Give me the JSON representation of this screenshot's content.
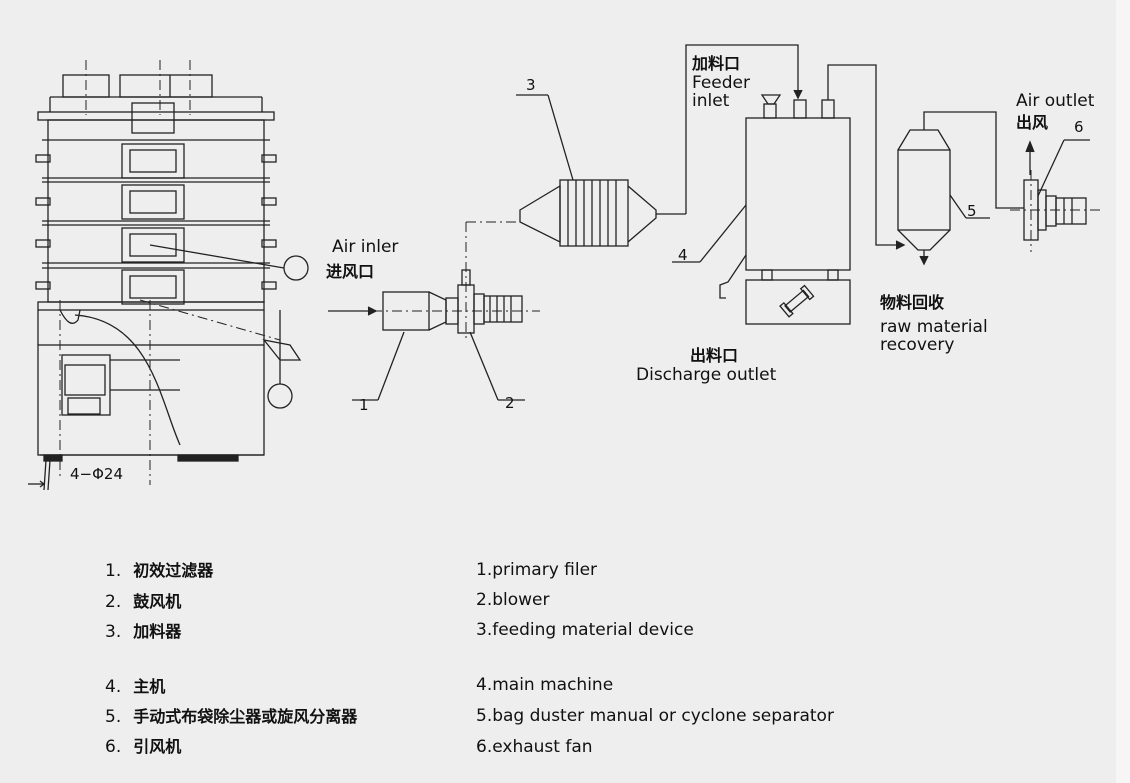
{
  "labels": {
    "air_inlet_en": "Air inler",
    "air_inlet_cn": "进风口",
    "feeder_cn": "加料口",
    "feeder_en_1": "Feeder",
    "feeder_en_2": "inlet",
    "air_outlet_en": "Air outlet",
    "air_outlet_cn": "出风",
    "material_cn": "物料回收",
    "material_en_1": "raw material",
    "material_en_2": "recovery",
    "discharge_cn": "出料口",
    "discharge_en": "Discharge outlet",
    "dimension": "4−Φ24"
  },
  "callouts": [
    "1",
    "2",
    "3",
    "4",
    "5",
    "6"
  ],
  "legend_cn": [
    {
      "num": "1.",
      "text": "初效过滤器"
    },
    {
      "num": "2.",
      "text": "鼓风机"
    },
    {
      "num": "3.",
      "text": "加料器"
    },
    {
      "num": "4.",
      "text": "主机"
    },
    {
      "num": "5.",
      "text": "手动式布袋除尘器或旋风分离器"
    },
    {
      "num": "6.",
      "text": "引风机"
    }
  ],
  "legend_en": [
    "1.primary filer",
    "2.blower",
    "3.feeding material device",
    "4.main machine",
    "5.bag duster manual or cyclone separator",
    "6.exhaust fan"
  ]
}
